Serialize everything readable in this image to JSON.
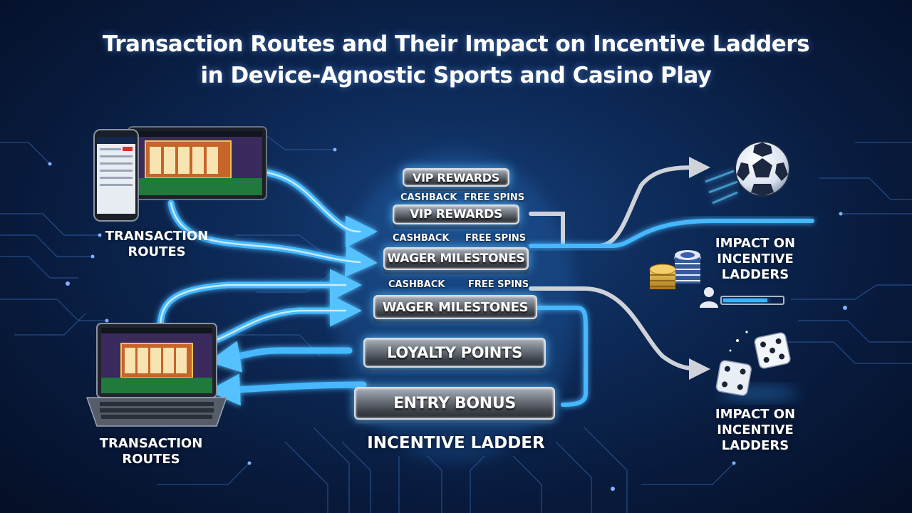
{
  "title": {
    "line1": "Transaction Routes and Their Impact on Incentive Ladders",
    "line2": "in Device-Agnostic Sports and Casino Play"
  },
  "left": {
    "top_label_line1": "TRANSACTION",
    "top_label_line2": "ROUTES",
    "bottom_label_line1": "TRANSACTION",
    "bottom_label_line2": "ROUTES"
  },
  "ladder": {
    "caption": "INCENTIVE LADDER",
    "steps": [
      {
        "label": "VIP REWARDS"
      },
      {
        "label": "VIP REWARDS"
      },
      {
        "label": "WAGER MILESTONES"
      },
      {
        "label": "WAGER MILESTONES"
      },
      {
        "label": "LOYALTY POINTS"
      },
      {
        "label": "ENTRY BONUS"
      }
    ],
    "sublabels": [
      {
        "left": "CASHBACK",
        "right": "FREE SPINS"
      },
      {
        "left": "CASHBACK",
        "right": "FREE SPINS"
      },
      {
        "left": "CASHBACK",
        "right": "FREE SPINS"
      }
    ]
  },
  "right": {
    "impact_top_line1": "IMPACT ON",
    "impact_top_line2": "INCENTIVE",
    "impact_top_line3": "LADDERS",
    "impact_bottom_line1": "IMPACT ON",
    "impact_bottom_line2": "INCENTIVE",
    "impact_bottom_line3": "LADDERS",
    "icons": [
      "soccer-ball-icon",
      "casino-chips-icon",
      "user-progress-icon",
      "dice-icon"
    ]
  },
  "colors": {
    "background": "#0a1f45",
    "route_blue": "#3ab4ff",
    "route_grey": "#c8ccd2",
    "glow": "#5ac8ff"
  }
}
